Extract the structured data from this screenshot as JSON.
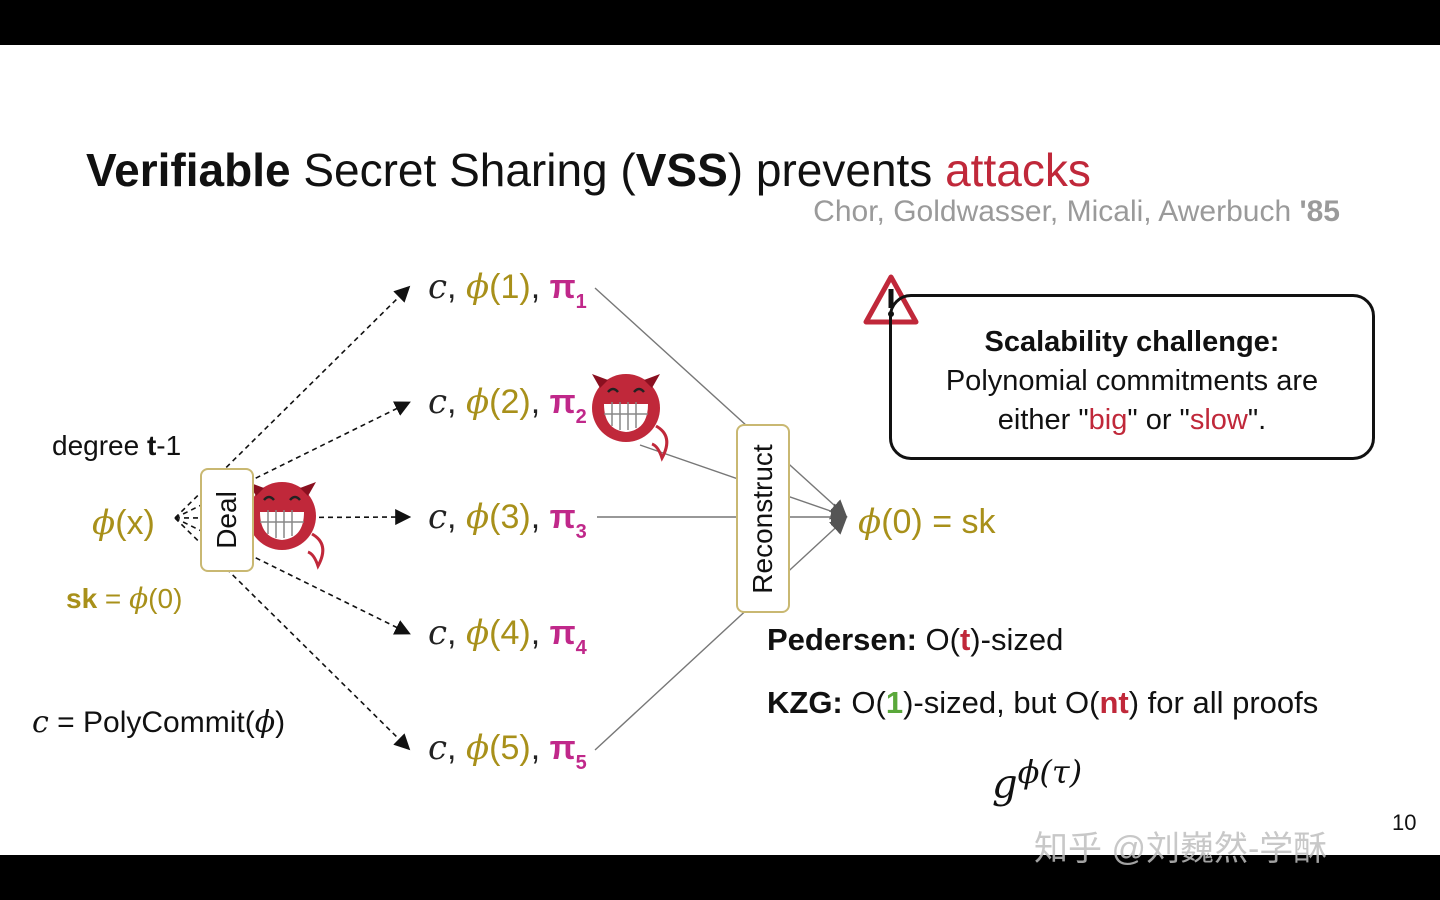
{
  "title": {
    "part1": "Verifiable",
    "part2": " Secret Sharing (",
    "part3": "VSS",
    "part4": ") prevents ",
    "part5": "attacks"
  },
  "citation": {
    "authors": "Chor, Goldwasser, Micali, Awerbuch ",
    "year": "'85"
  },
  "left": {
    "degree_prefix": "degree ",
    "degree_t": "t",
    "degree_suffix": "-1",
    "phi": "ϕ",
    "phi_arg": "(x)",
    "sk": "sk",
    "sk_eq": " = ",
    "sk_arg": "(0)",
    "c": "c",
    "c_eq": " = ",
    "polycommit": "PolyCommit"
  },
  "boxes": {
    "deal": "Deal",
    "reconstruct": "Reconstruct"
  },
  "shares": [
    {
      "c": "c",
      "phi": "ϕ",
      "arg": "(1)",
      "pi": "π",
      "sub": "1"
    },
    {
      "c": "c",
      "phi": "ϕ",
      "arg": "(2)",
      "pi": "π",
      "sub": "2"
    },
    {
      "c": "c",
      "phi": "ϕ",
      "arg": "(3)",
      "pi": "π",
      "sub": "3"
    },
    {
      "c": "c",
      "phi": "ϕ",
      "arg": "(4)",
      "pi": "π",
      "sub": "4"
    },
    {
      "c": "c",
      "phi": "ϕ",
      "arg": "(5)",
      "pi": "π",
      "sub": "5"
    }
  ],
  "result": {
    "phi": "ϕ",
    "rest": "(0) = sk"
  },
  "callout": {
    "heading": "Scalability challenge:",
    "line1": "Polynomial commitments are",
    "line2_a": "either \"",
    "big": "big",
    "line2_b": "\" or \"",
    "slow": "slow",
    "line2_c": "\"."
  },
  "schemes": {
    "pedersen_name": "Pedersen:",
    "pedersen_a": " O(",
    "pedersen_t": "t",
    "pedersen_b": ")-sized",
    "kzg_name": "KZG:",
    "kzg_a": " O(",
    "kzg_1": "1",
    "kzg_b": ")-sized, but O(",
    "kzg_nt": "nt",
    "kzg_c": ") for all proofs",
    "formula_base": "g",
    "formula_exp": "ϕ(τ)"
  },
  "watermark": "知乎 @刘巍然-学酥",
  "page_number": "10"
}
